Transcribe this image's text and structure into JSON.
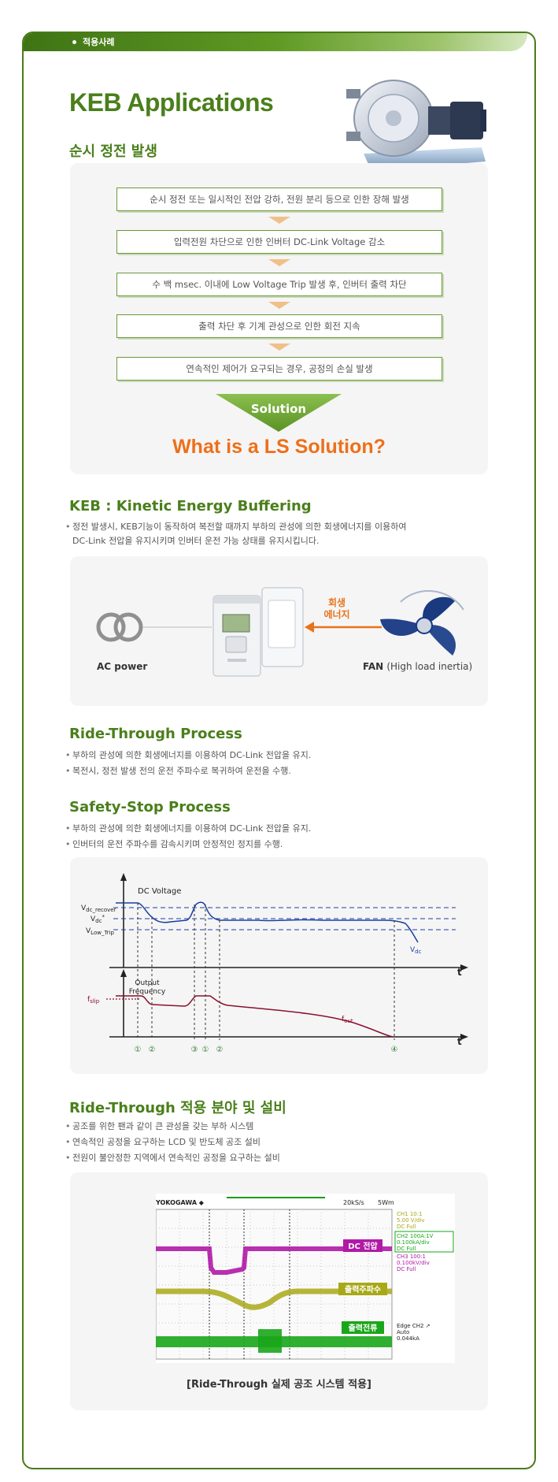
{
  "tab": {
    "label": "적용사례"
  },
  "page": {
    "title": "KEB Applications"
  },
  "section1": {
    "title": "순시 정전 발생",
    "steps": [
      "순시 정전 또는 일시적인 전압 강하, 전원 분리 등으로 인한 장해 발생",
      "입력전원 차단으로 인한 인버터 DC-Link Voltage 감소",
      "수 백 msec. 이내에 Low Voltage Trip 발생 후, 인버터 출력 차단",
      "출력 차단 후 기계 관성으로 인한 회전 지속",
      "연속적인 제어가 요구되는 경우, 공정의 손실 발생"
    ],
    "solution_label": "Solution",
    "question": "What is a LS Solution?"
  },
  "section2": {
    "title": "KEB : Kinetic Energy Buffering",
    "bullet_line1": "정전 발생시, KEB기능이 동작하여 복전할 때까지 부하의 관성에 의한 회생에너지를 이용하여",
    "bullet_line2": "DC-Link 전압을 유지시키며 인버터 운전 가능 상태를 유지시킵니다.",
    "ac_power": "AC power",
    "fan_label": "FAN",
    "fan_note": "(High load inertia)",
    "regen_line1": "회생",
    "regen_line2": "에너지"
  },
  "section3": {
    "title": "Ride-Through Process",
    "bullets": [
      "부하의 관성에 의한 회생에너지를 이용하여 DC-Link 전압을 유지.",
      "복전시, 정전 발생 전의 운전 주파수로 복귀하여 운전을 수행."
    ]
  },
  "section4": {
    "title": "Safety-Stop Process",
    "bullets": [
      "부하의 관성에 의한 회생에너지를 이용하여 DC-Link 전압을 유지.",
      "인버터의 운전 주파수를 감속시키며 안정적인 정지를 수행."
    ],
    "chart": {
      "dc_voltage_label": "DC Voltage",
      "vdc_recover_main": "V",
      "vdc_recover_sub": "dc_recover",
      "vdc_star_main": "V",
      "vdc_star_sub": "dc",
      "vdc_star_sup": "*",
      "vlow_main": "V",
      "vlow_sub": "Low_Trip",
      "vdc_end_main": "V",
      "vdc_end_sub": "dc",
      "t_label": "t",
      "output_freq_line1": "Output",
      "output_freq_line2": "Frequency",
      "fslip_main": "f",
      "fslip_sub": "slip",
      "fout_main": "f",
      "fout_sub": "out",
      "markers": [
        "①",
        "②",
        "③",
        "①",
        "②",
        "④"
      ]
    }
  },
  "section5": {
    "title": "Ride-Through 적용 분야 및 설비",
    "bullets": [
      "공조를 위한 팬과 같이 큰 관성을 갖는 부하 시스템",
      "연속적인 공정을 요구하는 LCD 및 반도체 공조 설비",
      "전원이 불안정한 지역에서 연속적인 공정을 요구하는 설비"
    ],
    "scope": {
      "brand": "YOKOGAWA ◆",
      "rate": "20kS/s",
      "time_div": "5Wm",
      "ch1_info": [
        "CH1 10:1",
        "5.00 V/div",
        "DC   Full"
      ],
      "ch2_info": [
        "CH2 100A:1V",
        "0.100kA/div",
        "DC   Full"
      ],
      "ch3_info": [
        "CH3 100:1",
        "0.100kV/div",
        "DC   Full"
      ],
      "trigger_info": [
        "Edge CH2 ↗",
        "Auto",
        "0.044kA"
      ],
      "label_dc": "DC 전압",
      "label_freq": "출력주파수",
      "label_current": "출력전류"
    },
    "caption": "[Ride-Through 실제 공조 시스템 적용]"
  },
  "colors": {
    "brand_green": "#4a7f1b",
    "accent_orange": "#ee6f19",
    "chart_blue": "#1a3fa0",
    "chart_red": "#8b1030"
  }
}
